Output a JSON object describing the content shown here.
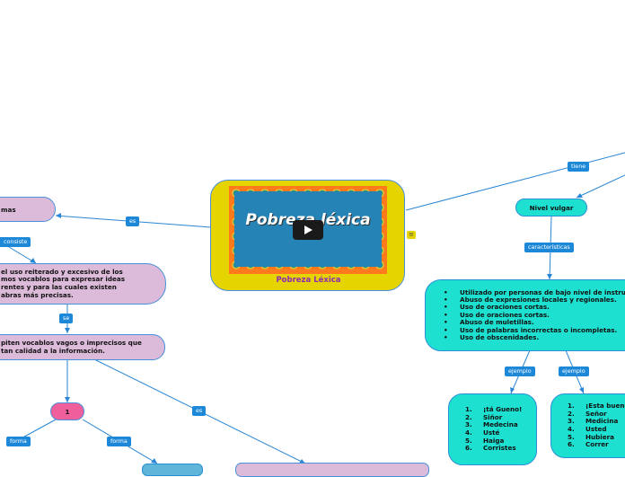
{
  "center": {
    "title": "Pobreza Léxica",
    "video_title": "Pobreza léxica"
  },
  "links": {
    "es_left": "es",
    "consiste": "consiste",
    "se": "se",
    "es_bottom": "es",
    "forma_1": "forma",
    "forma_2": "forma",
    "tiene": "tiene",
    "caracteristicas": "características",
    "ejemplo_1": "ejemplo",
    "ejemplo_2": "ejemplo"
  },
  "nodes": {
    "top_left": "mas",
    "definition": [
      "el uso reiterado y excesivo de los",
      "mos vocablos para expresar ideas",
      "rentes y para las cuales existen",
      "abras más precisas."
    ],
    "repeat": [
      "piten vocablos vagos o imprecisos que",
      "tan calidad a la información."
    ],
    "number": "1",
    "nivel_vulgar": "Nivel vulgar",
    "caracteristicas_list": [
      "Utilizado por personas de bajo nivel de instrucción.",
      "Abuso de expresiones locales y regionales.",
      "Uso de oraciones cortas.",
      "Uso de oraciones cortas.",
      "Abuso de muletillas.",
      "Uso de palabras incorrectas o incompletas.",
      "Uso de obscenidades."
    ],
    "ejemplo_1_list": [
      "¡tá Gueno!",
      "Siñor",
      "Medecina",
      "Usté",
      "Haiga",
      "Corristes"
    ],
    "ejemplo_2_list": [
      "¡Esta bueno!",
      "Señor",
      "Medicina",
      "Usted",
      "Hubiera",
      "Correr"
    ]
  },
  "colors": {
    "pink": "#dcbad9",
    "cyan": "#1ee0d0",
    "center_frame": "#e6d400",
    "accent": "#1e88d8",
    "title": "#8e2bb0"
  }
}
